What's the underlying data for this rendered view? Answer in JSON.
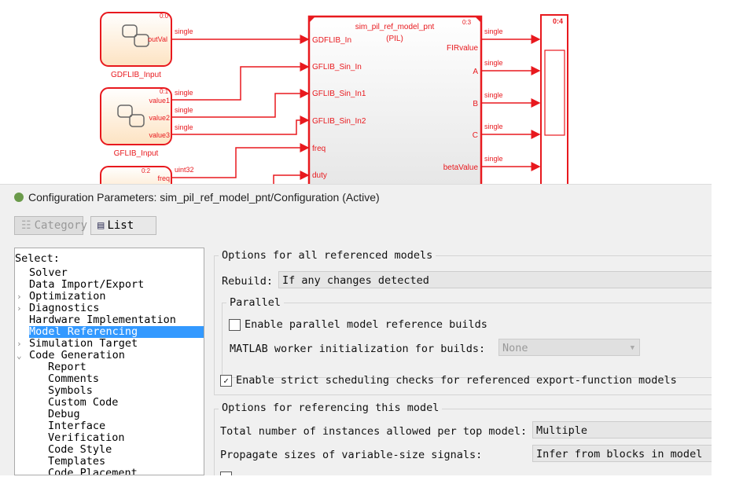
{
  "diagram": {
    "accent": "#e8191e",
    "blocks": [
      {
        "name": "GDFLIB_Input",
        "id": "0:0",
        "ports": [
          "outVal"
        ],
        "signal_types": [
          "single"
        ]
      },
      {
        "name": "GFLIB_Input",
        "id": "0:1",
        "ports": [
          "value1",
          "value2",
          "value3"
        ],
        "signal_types": [
          "single",
          "single",
          "single"
        ]
      },
      {
        "id": "0:2",
        "ports": [
          "freq"
        ],
        "signal_types": [
          "uint32"
        ]
      }
    ],
    "model_block": {
      "title": "sim_pil_ref_model_pnt",
      "mode": "(PIL)",
      "id": "0:3",
      "inputs": [
        "GDFLIB_In",
        "GFLIB_Sin_In",
        "GFLIB_Sin_In1",
        "GFLIB_Sin_In2",
        "freq",
        "duty"
      ],
      "outputs": [
        "FIRvalue",
        "A",
        "B",
        "C",
        "betaValue"
      ],
      "output_types": [
        "single",
        "single",
        "single",
        "single",
        "single"
      ]
    },
    "scope_id": "0:4"
  },
  "dialog": {
    "title": "Configuration Parameters: sim_pil_ref_model_pnt/Configuration (Active)",
    "category_button": "Category",
    "list_button": "List",
    "tree": {
      "header": "Select:",
      "items": [
        {
          "label": "Solver",
          "level": 1
        },
        {
          "label": "Data Import/Export",
          "level": 1
        },
        {
          "label": "Optimization",
          "level": 1,
          "expander": "collapsed"
        },
        {
          "label": "Diagnostics",
          "level": 1,
          "expander": "collapsed"
        },
        {
          "label": "Hardware Implementation",
          "level": 1
        },
        {
          "label": "Model Referencing",
          "level": 1,
          "selected": true
        },
        {
          "label": "Simulation Target",
          "level": 1,
          "expander": "collapsed"
        },
        {
          "label": "Code Generation",
          "level": 1,
          "expander": "expanded"
        },
        {
          "label": "Report",
          "level": 2
        },
        {
          "label": "Comments",
          "level": 2
        },
        {
          "label": "Symbols",
          "level": 2
        },
        {
          "label": "Custom Code",
          "level": 2
        },
        {
          "label": "Debug",
          "level": 2
        },
        {
          "label": "Interface",
          "level": 2
        },
        {
          "label": "Verification",
          "level": 2
        },
        {
          "label": "Code Style",
          "level": 2
        },
        {
          "label": "Templates",
          "level": 2
        },
        {
          "label": "Code Placement",
          "level": 2
        }
      ]
    },
    "all_refs": {
      "title": "Options for all referenced models",
      "rebuild_label": "Rebuild:",
      "rebuild_value": "If any changes detected",
      "parallel_title": "Parallel",
      "parallel_label": "Enable parallel model reference builds",
      "parallel_checked": false,
      "worker_label": "MATLAB worker initialization for builds:",
      "worker_value": "None",
      "strict_label": "Enable strict scheduling checks for referenced export-function models",
      "strict_checked": true
    },
    "this_model": {
      "title": "Options for referencing this model",
      "instances_label": "Total number of instances allowed per top model:",
      "instances_value": "Multiple",
      "propagate_label": "Propagate sizes of variable-size signals:",
      "propagate_value": "Infer from blocks in model"
    }
  }
}
